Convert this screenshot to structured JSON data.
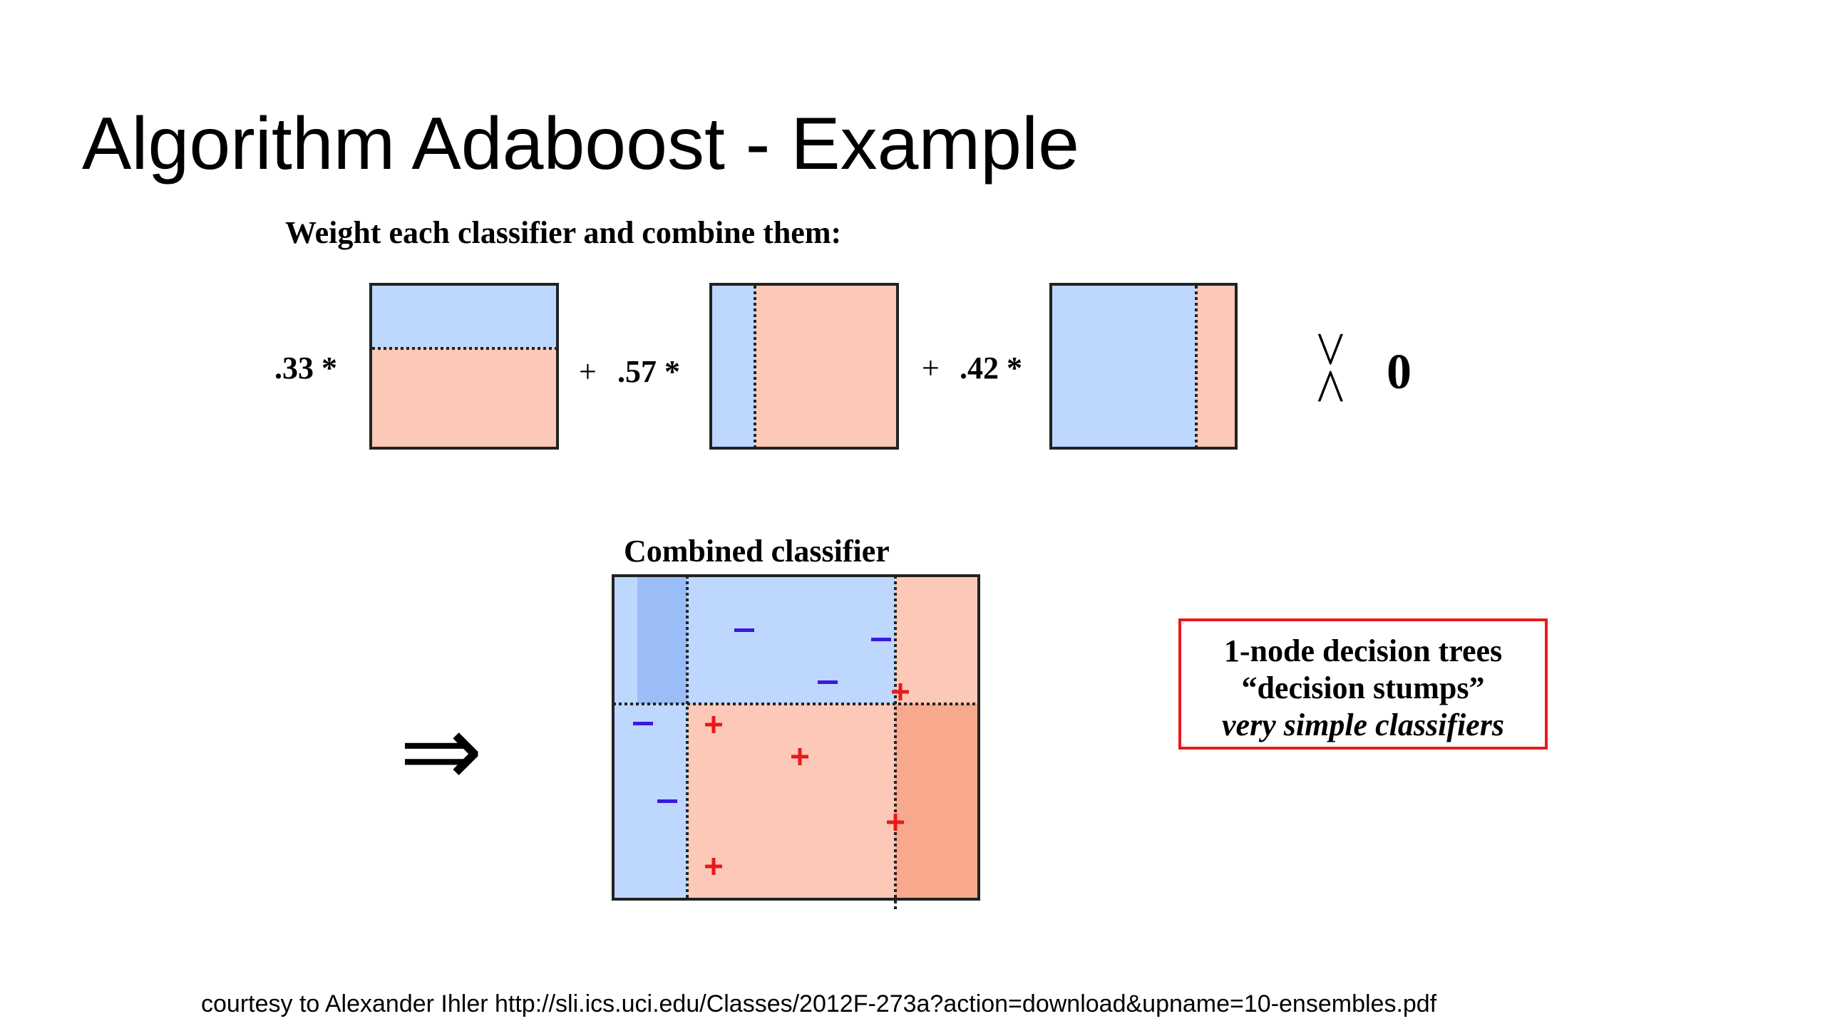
{
  "slide": {
    "title": "Algorithm Adaboost - Example",
    "subtitle": "Weight each classifier and combine them:",
    "coef1": ".33 *",
    "plus1": "+",
    "coef2": ".57 *",
    "plus2": "+",
    "coef3": ".42 *",
    "comparator": "><",
    "threshold": "0",
    "combined_title": "Combined classifier",
    "implies_symbol": "⇒",
    "note": {
      "line1": "1-node decision trees",
      "line2": "“decision stumps”",
      "line3": "very simple classifiers"
    },
    "footer": "courtesy to Alexander Ihler http://sli.ics.uci.edu/Classes/2012F-273a?action=download&upname=10-ensembles.pdf"
  },
  "colors": {
    "blue_region": "#bdd7ff",
    "red_region": "#fcc8b8",
    "dark_blue_region": "#9bbdf7",
    "dark_red_region": "#f8a88c",
    "minus_mark": "#3a18e0",
    "plus_mark": "#e8191b",
    "note_border": "#e8191b"
  },
  "points": {
    "negative_symbol": "−",
    "positive_symbol": "+"
  }
}
